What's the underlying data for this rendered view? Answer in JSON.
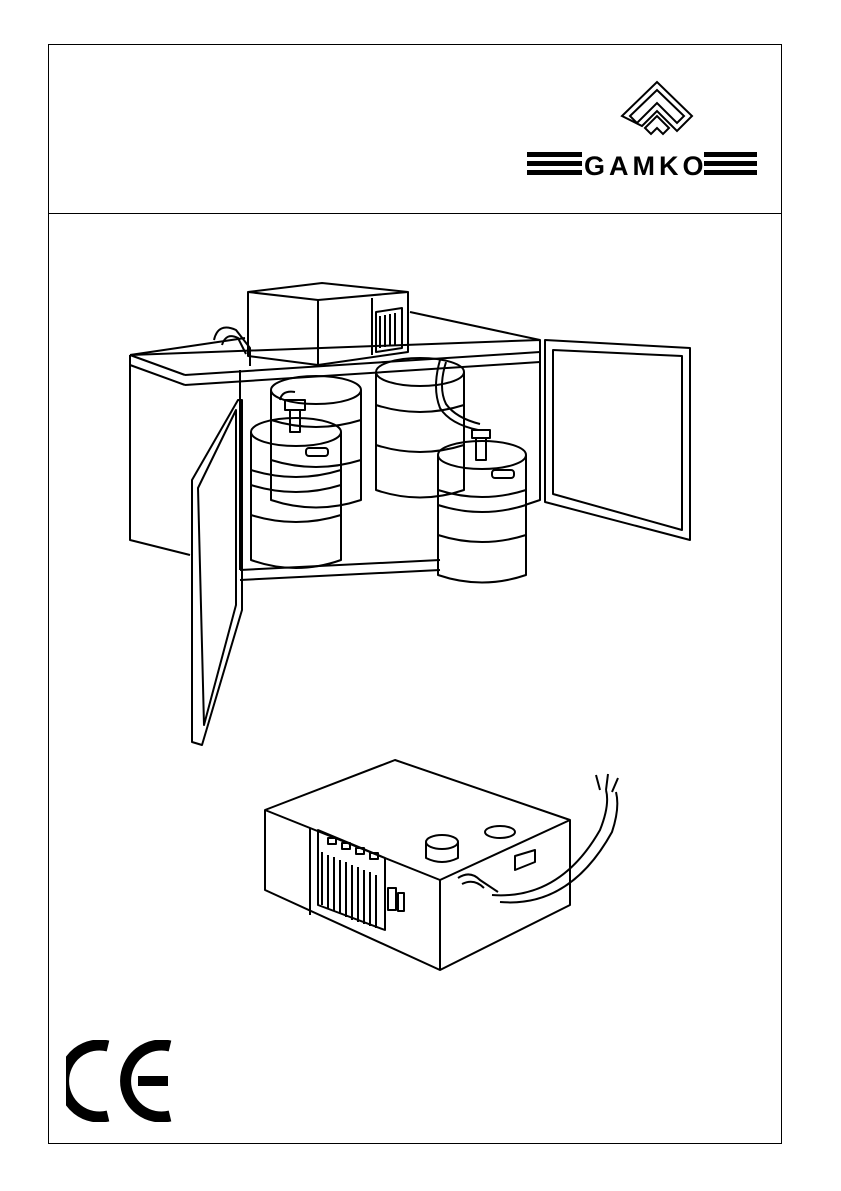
{
  "brand": {
    "name": "GAMKO"
  },
  "icons": {
    "logo": "gamko-logo-icon",
    "ce_mark": "ce-mark-icon"
  },
  "illustrations": {
    "cabinet": "keg-cooling-cabinet-illustration",
    "cooling_unit": "cooling-unit-illustration"
  },
  "colors": {
    "ink": "#000000",
    "paper": "#ffffff"
  }
}
